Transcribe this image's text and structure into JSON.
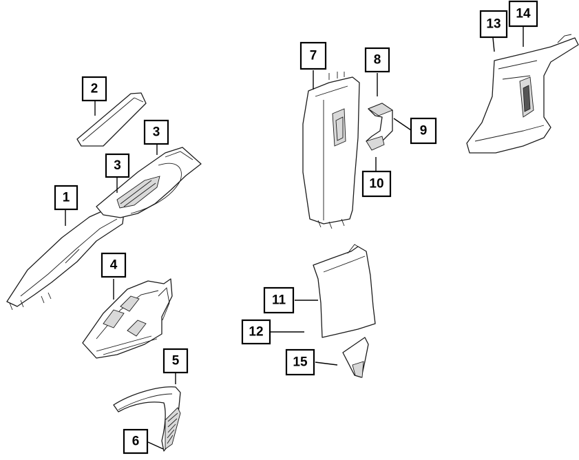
{
  "callouts": [
    {
      "id": "c1",
      "label": "1"
    },
    {
      "id": "c2",
      "label": "2"
    },
    {
      "id": "c3a",
      "label": "3"
    },
    {
      "id": "c3b",
      "label": "3"
    },
    {
      "id": "c4",
      "label": "4"
    },
    {
      "id": "c5",
      "label": "5"
    },
    {
      "id": "c6",
      "label": "6"
    },
    {
      "id": "c7",
      "label": "7"
    },
    {
      "id": "c8",
      "label": "8"
    },
    {
      "id": "c9",
      "label": "9"
    },
    {
      "id": "c10",
      "label": "10"
    },
    {
      "id": "c11",
      "label": "11"
    },
    {
      "id": "c12",
      "label": "12"
    },
    {
      "id": "c13",
      "label": "13"
    },
    {
      "id": "c14",
      "label": "14"
    },
    {
      "id": "c15",
      "label": "15"
    }
  ],
  "colors": {
    "line": "#000000",
    "shade": "#d9d9d9",
    "background": "#ffffff"
  }
}
